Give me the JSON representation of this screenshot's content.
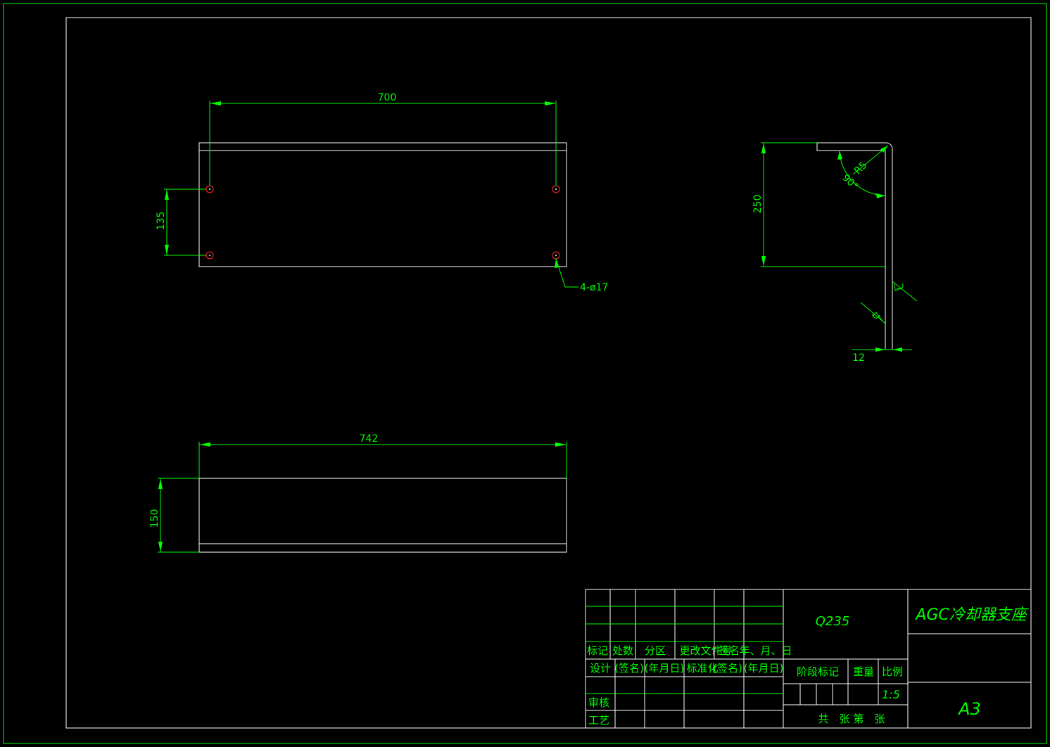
{
  "colors": {
    "background": "#000000",
    "line": "#00ff00",
    "outline": "#ffffff",
    "hole": "#ff2a2a"
  },
  "dimensions": {
    "top_width": "700",
    "top_height": "135",
    "hole_callout": "4-ø17",
    "bottom_width": "742",
    "bottom_height": "150",
    "side_height": "250",
    "radius": "R5",
    "angle": "90°",
    "thickness": "12"
  },
  "title_block": {
    "material": "Q235",
    "part_name": "AGC冷却器支座",
    "sheet_size": "A3",
    "scale": "1:5",
    "rev_headers": [
      "标记",
      "处数",
      "分区",
      "更改文件号",
      "签名",
      "年、月、日"
    ],
    "design_row": [
      "设计",
      "(签名)",
      "(年月日)",
      "标准化",
      "(签名)",
      "(年月日)"
    ],
    "stage_mark": "阶段标记",
    "weight": "重量",
    "scale_label": "比例",
    "review": "审核",
    "process": "工艺",
    "sheets": "共　张 第　张"
  }
}
